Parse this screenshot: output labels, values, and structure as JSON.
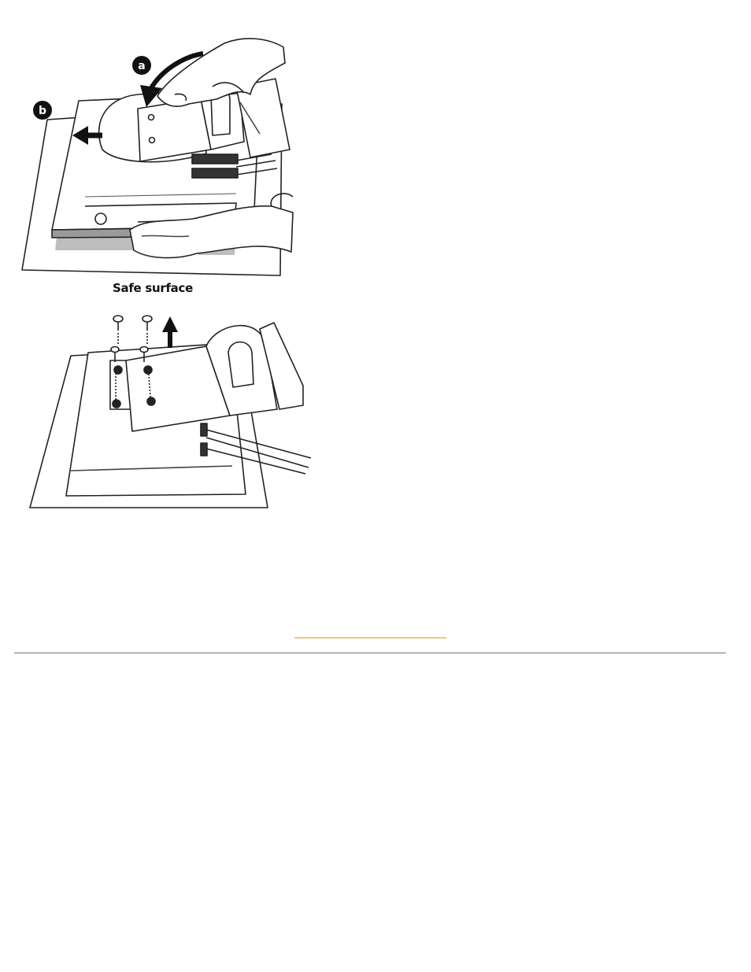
{
  "figure": {
    "caption": "Safe surface",
    "step_a_badge": "a",
    "step_b_badge": "b"
  },
  "footer": {
    "return_link": ""
  },
  "colors": {
    "line": "#222222",
    "link_underline": "#e39a25",
    "shadow": "#bdbdbd",
    "divider": "#8a8a8a"
  }
}
